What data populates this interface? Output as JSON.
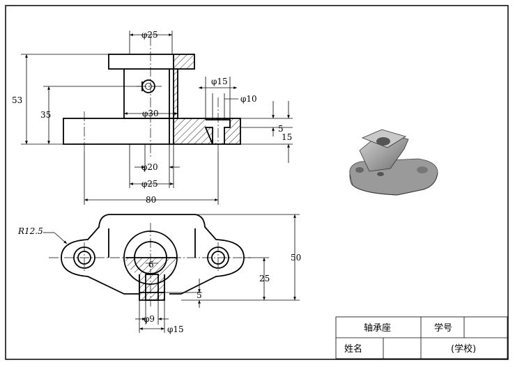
{
  "front_view": {
    "dims": {
      "d25_top": "φ25",
      "h53": "53",
      "h35": "35",
      "d15": "φ15",
      "d10": "φ10",
      "d30": "φ30",
      "h5": "5",
      "h15": "15",
      "d20": "φ20",
      "d25_bottom": "φ25",
      "w80": "80"
    }
  },
  "top_view": {
    "dims": {
      "r12_5": "R12.5",
      "h50": "50",
      "h25": "25",
      "w6": "6",
      "h5": "5",
      "d9": "φ9",
      "d15": "φ15"
    }
  },
  "title_block": {
    "part_name": "轴承座",
    "student_id_label": "学号",
    "name_label": "姓名",
    "school": "(学校)"
  }
}
